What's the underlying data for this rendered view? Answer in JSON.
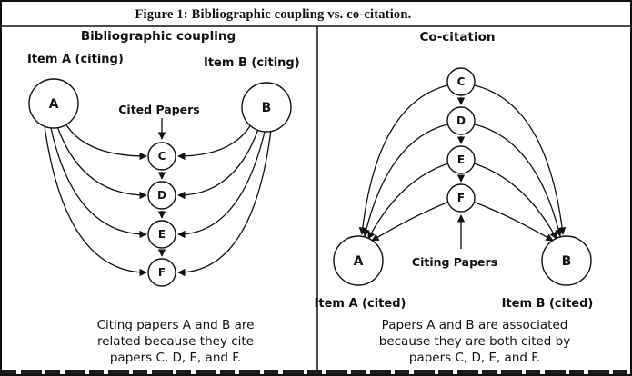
{
  "colors": {
    "ink": "#111111",
    "paper": "#ffffff"
  },
  "figure": {
    "title": "Figure 1: Bibliographic coupling vs. co-citation."
  },
  "left_panel": {
    "title": "Bibliographic coupling",
    "item_a_label": "Item A (citing)",
    "item_b_label": "Item B (citing)",
    "cited_papers_label": "Cited Papers",
    "node_a": "A",
    "node_b": "B",
    "cited_nodes": [
      "C",
      "D",
      "E",
      "F"
    ],
    "caption_lines": [
      "Citing papers A and B are",
      "related because they cite",
      "papers C, D, E, and F."
    ]
  },
  "right_panel": {
    "title": "Co-citation",
    "citing_papers_label": "Citing Papers",
    "item_a_label": "Item A (cited)",
    "item_b_label": "Item B (cited)",
    "node_a": "A",
    "node_b": "B",
    "citing_nodes": [
      "C",
      "D",
      "E",
      "F"
    ],
    "caption_lines": [
      "Papers A and B are associated",
      "because they are both cited by",
      "papers C, D, E, and F."
    ]
  }
}
